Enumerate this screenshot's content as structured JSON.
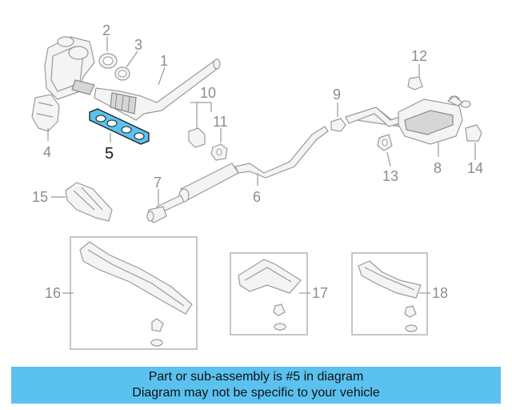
{
  "diagram": {
    "callouts": [
      "1",
      "2",
      "3",
      "4",
      "5",
      "6",
      "7",
      "8",
      "9",
      "10",
      "11",
      "12",
      "13",
      "14",
      "15",
      "16",
      "17",
      "18"
    ],
    "highlight_part": "5",
    "highlight_color": "#5bc2f0",
    "line_color": "#9a9a9a"
  },
  "banner": {
    "line1": "Part or sub-assembly is #5 in diagram",
    "line2": "Diagram may not be specific to your vehicle",
    "background": "#5bc2f0"
  }
}
